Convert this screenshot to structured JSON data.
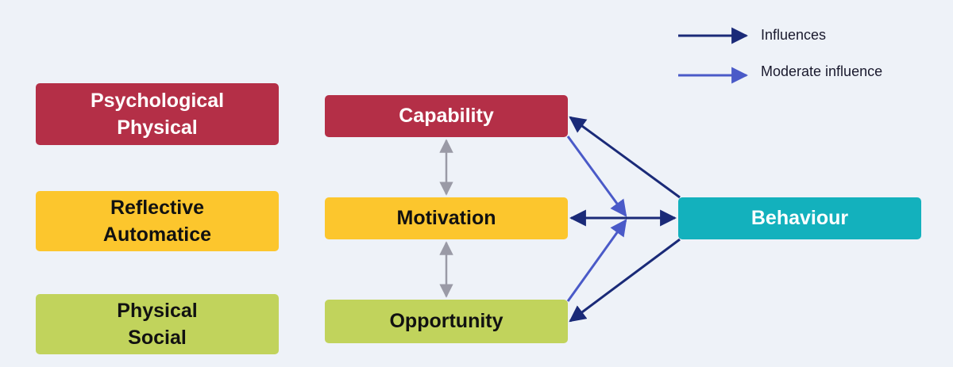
{
  "colors": {
    "background": "#eef2f8",
    "capability": "#b42f47",
    "motivation": "#fcc62d",
    "opportunity": "#c1d35c",
    "behaviour": "#13b1bd",
    "influence_arrow": "#1a2a78",
    "moderate_arrow": "#4a5ac8",
    "link_arrow": "#9a9aa6"
  },
  "legend": {
    "influences": "Influences",
    "moderate": "Moderate influence"
  },
  "left_column": {
    "capability_sub": {
      "line1": "Psychological",
      "line2": "Physical"
    },
    "motivation_sub": {
      "line1": "Reflective",
      "line2": "Automatice"
    },
    "opportunity_sub": {
      "line1": "Physical",
      "line2": "Social"
    }
  },
  "center_column": {
    "capability": "Capability",
    "motivation": "Motivation",
    "opportunity": "Opportunity"
  },
  "behaviour": "Behaviour"
}
